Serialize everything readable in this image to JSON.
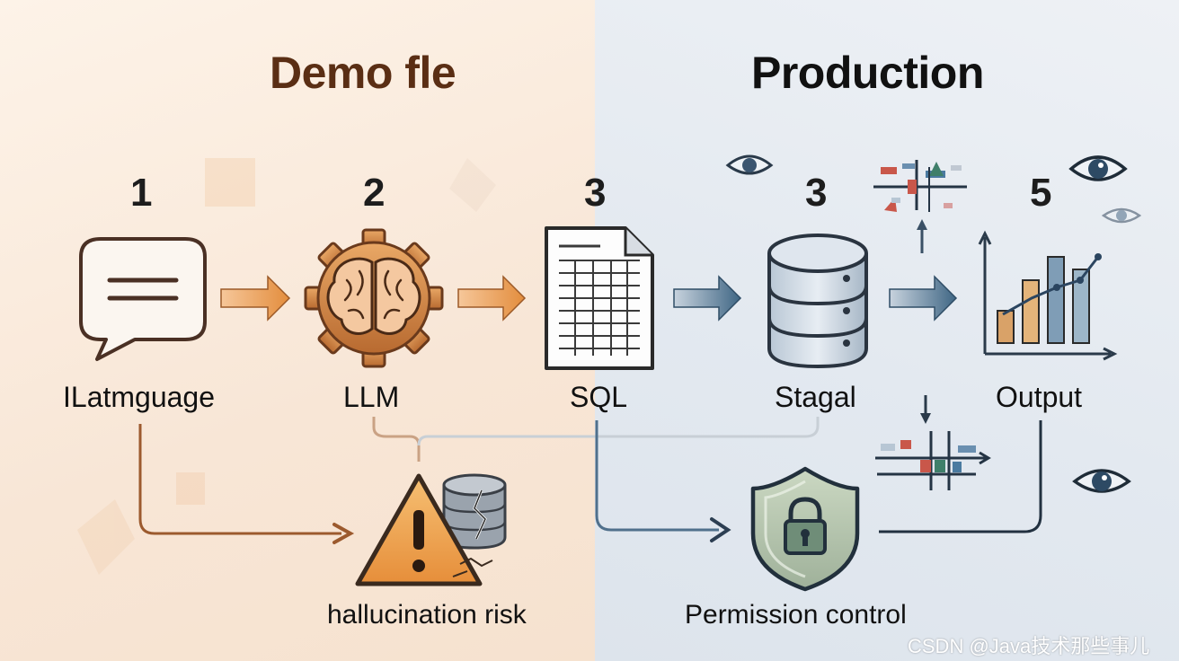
{
  "headings": {
    "demo": "Demo fle",
    "production": "Production"
  },
  "steps": [
    {
      "number": "1",
      "label": "ILatmguage",
      "icon": "chat-bubble-icon"
    },
    {
      "number": "2",
      "label": "LLM",
      "icon": "brain-gear-icon"
    },
    {
      "number": "3",
      "label": "SQL",
      "icon": "spreadsheet-document-icon"
    },
    {
      "number": "3",
      "label": "Stagal",
      "icon": "database-icon"
    },
    {
      "number": "5",
      "label": "Output",
      "icon": "bar-chart-icon"
    }
  ],
  "branches": {
    "risk": {
      "label": "hallucination risk",
      "icon": "warning-triangle-icon"
    },
    "permission": {
      "label": "Permission control",
      "icon": "shield-lock-icon"
    }
  },
  "watermark": "CSDN @Java技术那些事儿",
  "colors": {
    "demo_accent": "#e8a35c",
    "production_accent": "#4a6b86",
    "outline": "#3a2a22",
    "warning": "#f0a94d",
    "shield": "#b9c8b0"
  }
}
